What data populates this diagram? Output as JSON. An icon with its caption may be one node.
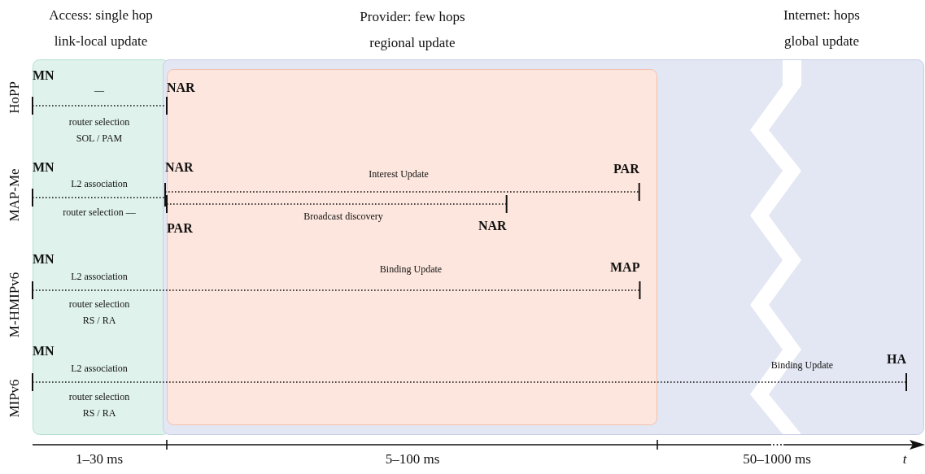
{
  "diagram": {
    "nodes": [
      {
        "text": [
          "Access: single hop",
          "link-local update"
        ]
      },
      {
        "text": [
          "Internet: hops",
          "global update"
        ]
      },
      {
        "text": [
          "Provider: few hops",
          "regional update"
        ],
        "in": 1
      },
      {
        "text": [
          "MN"
        ],
        "in": 0
      },
      {
        "text": [
          "NAR"
        ],
        "in": 2
      },
      {
        "text": [
          "MN"
        ],
        "in": 0
      },
      {
        "text": [
          "NAR"
        ],
        "in": 2
      },
      {
        "text": [
          "PAR"
        ],
        "in": 2
      },
      {
        "text": [
          "PAR"
        ],
        "in": 2
      },
      {
        "text": [
          "NAR"
        ],
        "in": 2
      },
      {
        "text": [
          "MN"
        ],
        "in": 0
      },
      {
        "text": [
          "MAP"
        ],
        "in": 2
      },
      {
        "text": [
          "MN"
        ],
        "in": 0
      },
      {
        "text": [
          "HA"
        ],
        "in": 1
      }
    ],
    "edges": [
      {
        "from": 3,
        "to": 4,
        "arrow": "other"
      },
      {
        "from": 5,
        "to": 6,
        "arrow": "other"
      },
      {
        "from": 6,
        "to": 7,
        "arrow": "other",
        "label": "Interest Update"
      },
      {
        "from": 8,
        "to": 9,
        "arrow": "other",
        "label": "Broadcast discovery"
      },
      {
        "from": 10,
        "to": 11,
        "arrow": "other",
        "label": "Binding Update"
      },
      {
        "from": 12,
        "to": 13,
        "arrow": "other",
        "label": "Binding Update"
      }
    ],
    "labels": [
      "HoPP",
      "—",
      "router selection SOL / PAM",
      "MAP-Me",
      "L2 association",
      "router selection —",
      "M-HMIPv6",
      "L2 association",
      "router selection RS / RA",
      "MIPv6",
      "L2 association",
      "router selection RS / RA",
      "1–30 ms",
      "5–100 ms",
      "50–1000 ms",
      "t"
    ]
  }
}
